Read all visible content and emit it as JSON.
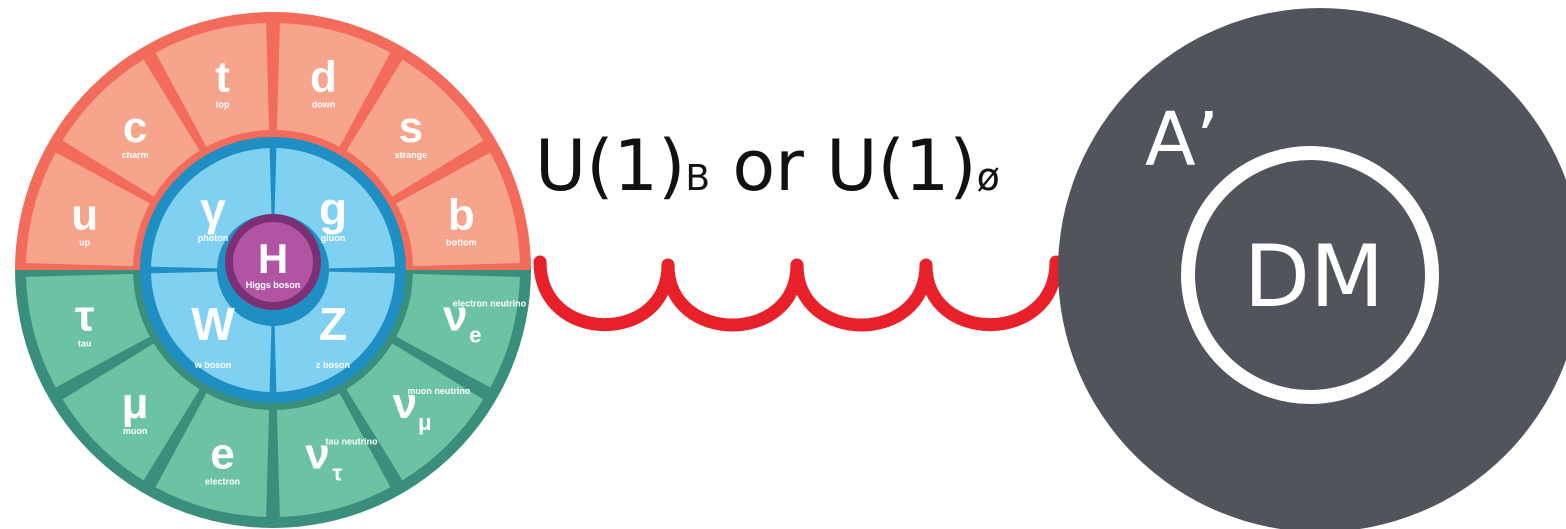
{
  "diagram": {
    "colors": {
      "quark_ring": "#f26b5b",
      "quark_fill": "#f6a58c",
      "lepton_ring": "#3a8f7c",
      "lepton_fill": "#6cc3a3",
      "boson_ring": "#1f8ec2",
      "boson_fill": "#7fd0f1",
      "higgs_ring": "#7d2f74",
      "higgs_fill": "#b254a4",
      "mediator": "#e8202a",
      "dark_sector": "#51555b"
    },
    "standard_model": {
      "quarks": [
        {
          "symbol": "u",
          "name": "up"
        },
        {
          "symbol": "c",
          "name": "charm"
        },
        {
          "symbol": "t",
          "name": "top"
        },
        {
          "symbol": "d",
          "name": "down"
        },
        {
          "symbol": "s",
          "name": "strange"
        },
        {
          "symbol": "b",
          "name": "bottom"
        }
      ],
      "leptons": [
        {
          "symbol": "τ",
          "name": "tau"
        },
        {
          "symbol": "μ",
          "name": "muon"
        },
        {
          "symbol": "e",
          "name": "electron"
        },
        {
          "symbol": "ν",
          "sub": "τ",
          "name": "tau neutrino"
        },
        {
          "symbol": "ν",
          "sub": "μ",
          "name": "muon neutrino"
        },
        {
          "symbol": "ν",
          "sub": "e",
          "name": "electron neutrino"
        }
      ],
      "bosons": [
        {
          "symbol": "γ",
          "name": "photon"
        },
        {
          "symbol": "g",
          "name": "gluon"
        },
        {
          "symbol": "W",
          "name": "w boson"
        },
        {
          "symbol": "Z",
          "name": "z boson"
        }
      ],
      "higgs": {
        "symbol": "H",
        "name": "Higgs boson"
      }
    },
    "mediator_label": {
      "part1": "U(1)",
      "sub1": "B",
      "connector": " or ",
      "part2": "U(1)",
      "sub2": "ø"
    },
    "dark_sector": {
      "field_label": "A’",
      "dm_label": "DM"
    }
  }
}
